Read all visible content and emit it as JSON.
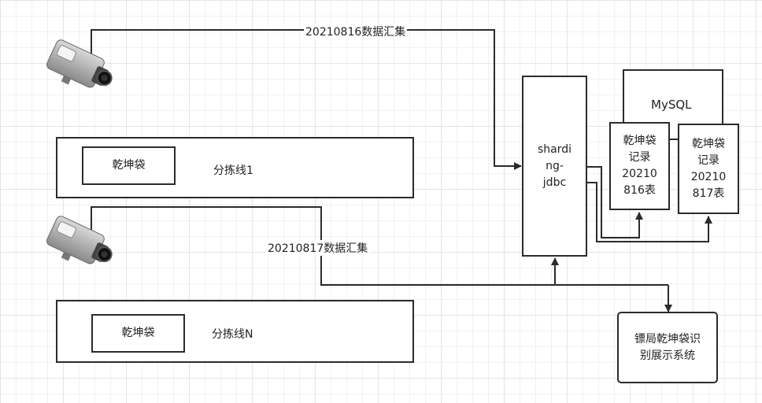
{
  "edges": {
    "label_0816": "20210816数据汇集",
    "label_0817": "20210817数据汇集"
  },
  "lines": [
    {
      "id": "line-1",
      "bag": "乾坤袋",
      "name": "分拣线1"
    },
    {
      "id": "line-n",
      "bag": "乾坤袋",
      "name": "分拣线N"
    }
  ],
  "sharding": "shardi\nng-\njdbc",
  "mysql": {
    "title": "MySQL",
    "table_0816": "乾坤袋\n记录\n20210\n816表",
    "table_0817": "乾坤袋\n记录\n20210\n817表"
  },
  "display_system": "镖局乾坤袋识\n别展示系统",
  "colors": {
    "line": "#2b2b2b",
    "grid": "#e4e4e4"
  }
}
